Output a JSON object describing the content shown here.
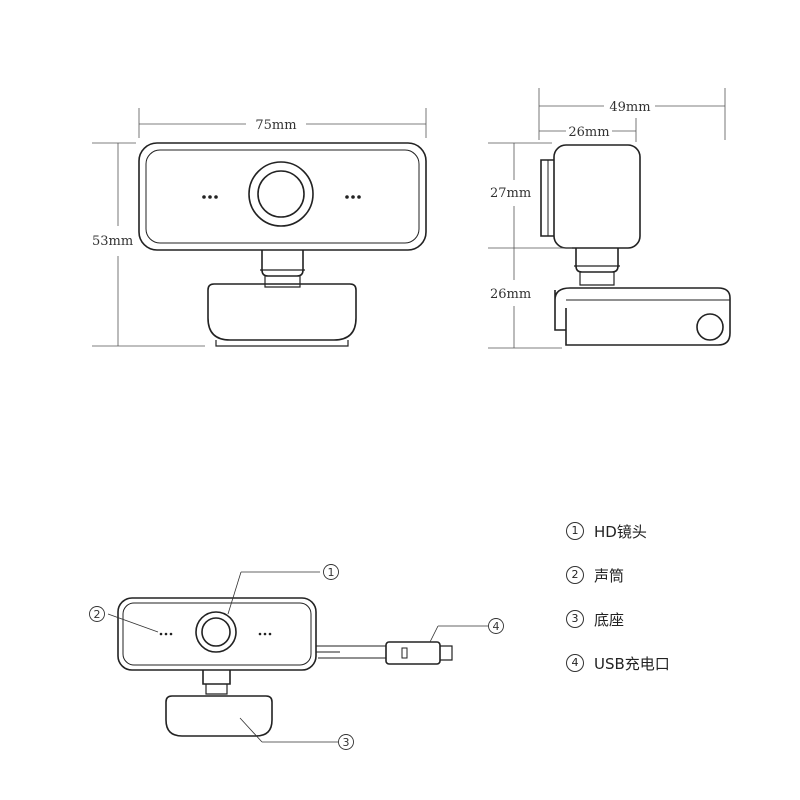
{
  "front_view": {
    "width_label": "75mm",
    "height_label": "53mm"
  },
  "side_view": {
    "depth_label": "49mm",
    "body_depth_label": "26mm",
    "head_height_label": "27mm",
    "base_height_label": "26mm"
  },
  "callouts": [
    {
      "number": "①",
      "label": "HD镜头"
    },
    {
      "number": "②",
      "label": "声筒"
    },
    {
      "number": "③",
      "label": "底座"
    },
    {
      "number": "④",
      "label": "USB充电口"
    }
  ]
}
